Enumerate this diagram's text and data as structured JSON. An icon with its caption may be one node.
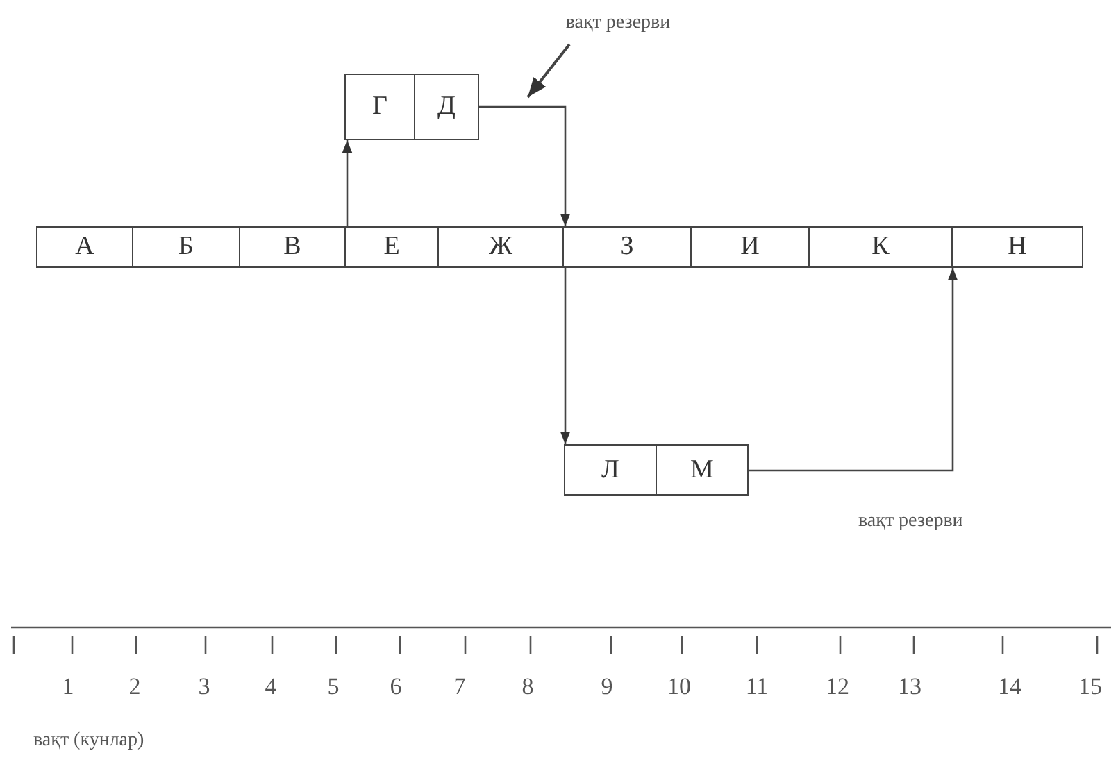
{
  "diagram": {
    "nodes": [
      {
        "text": [
          "вақт резерви"
        ]
      },
      {
        "text": [
          "Г"
        ]
      },
      {
        "text": [
          "Д"
        ]
      },
      {
        "text": [
          "А"
        ]
      },
      {
        "text": [
          "Б"
        ]
      },
      {
        "text": [
          "В"
        ]
      },
      {
        "text": [
          "Е"
        ]
      },
      {
        "text": [
          "Ж"
        ]
      },
      {
        "text": [
          "З"
        ]
      },
      {
        "text": [
          "И"
        ]
      },
      {
        "text": [
          "К"
        ]
      },
      {
        "text": [
          "Н"
        ]
      },
      {
        "text": [
          "Л"
        ]
      },
      {
        "text": [
          "М"
        ]
      }
    ],
    "edges": [
      {
        "from": 0,
        "to": null,
        "arrow": "to"
      },
      {
        "from": 6,
        "to": 1,
        "arrow": "to"
      },
      {
        "from": 2,
        "to": 8,
        "arrow": "to"
      },
      {
        "from": 8,
        "to": 12,
        "arrow": "to"
      },
      {
        "from": 13,
        "to": 11,
        "arrow": "to"
      }
    ],
    "labels": [
      "вақт резерви",
      "1",
      "2",
      "3",
      "4",
      "5",
      "6",
      "7",
      "8",
      "9",
      "10",
      "11",
      "12",
      "13",
      "14",
      "15",
      "вақт (кунлар)"
    ]
  }
}
